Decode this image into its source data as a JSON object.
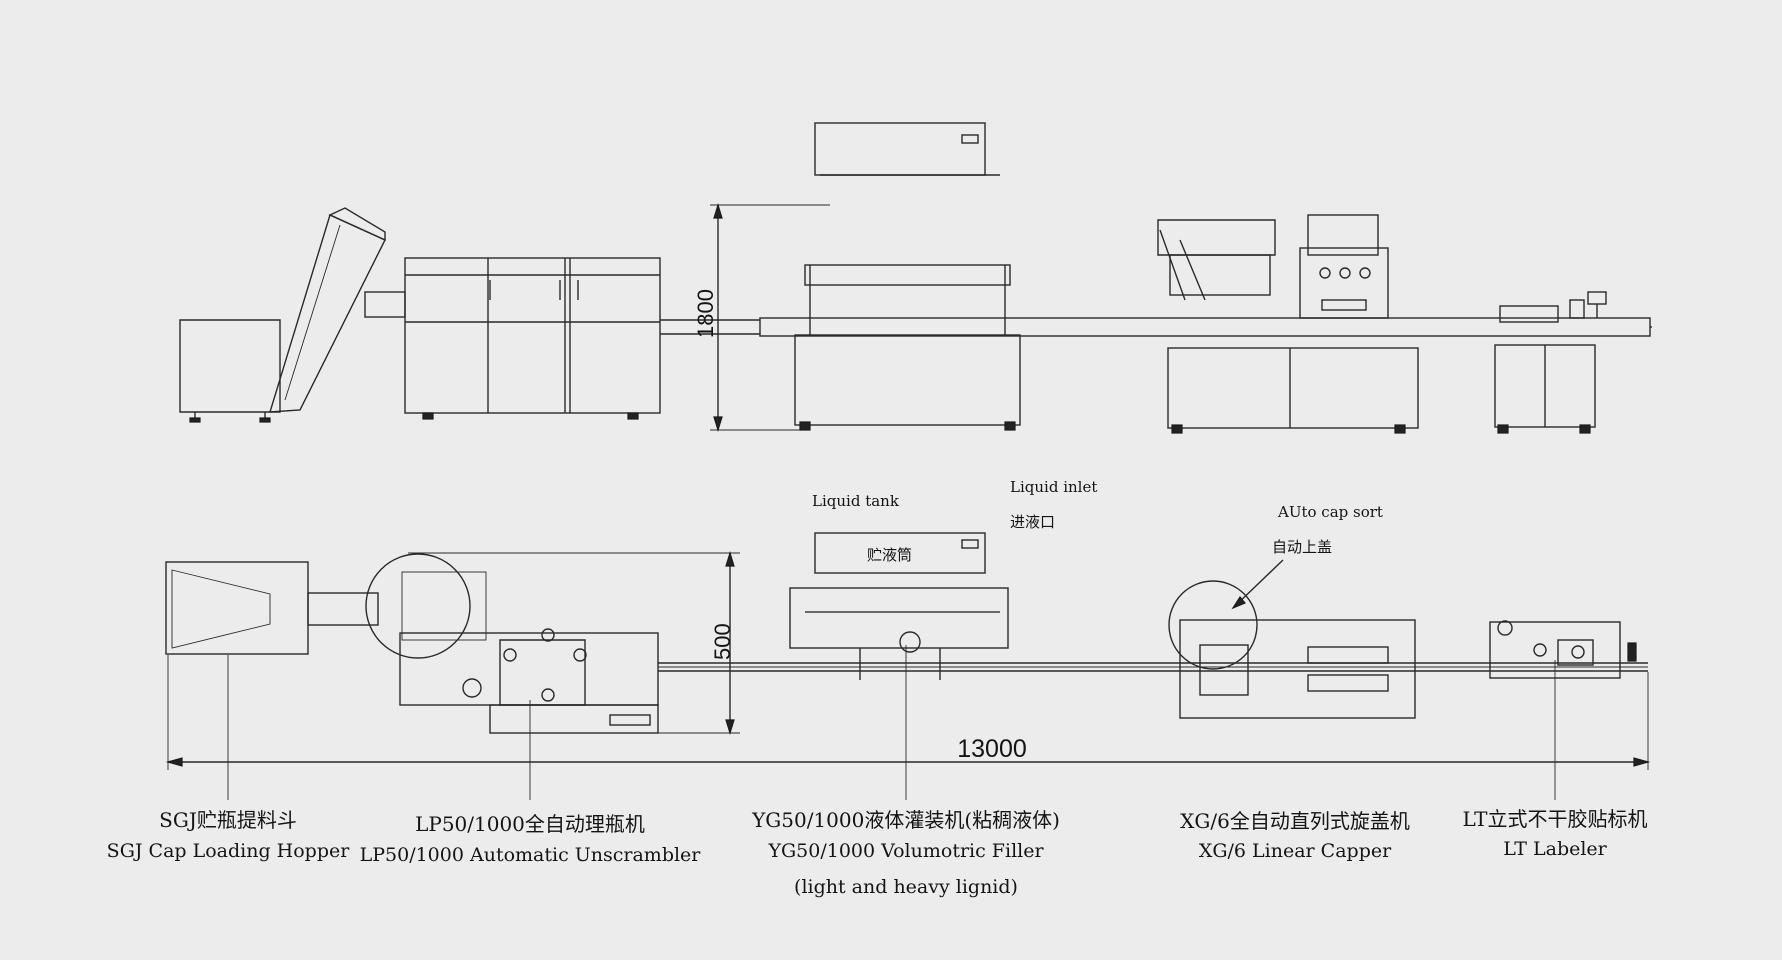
{
  "machines": [
    {
      "cn": "SGJ贮瓶提料斗",
      "en": "SGJ Cap Loading Hopper"
    },
    {
      "cn": "LP50/1000全自动理瓶机",
      "en": "LP50/1000 Automatic Unscrambler"
    },
    {
      "cn": "YG50/1000液体灌装机(粘稠液体)",
      "en": "YG50/1000 Volumotric Filler",
      "en2": "(light and heavy lignid)"
    },
    {
      "cn": "XG/6全自动直列式旋盖机",
      "en": "XG/6 Linear Capper"
    },
    {
      "cn": "LT立式不干胶贴标机",
      "en": "LT Labeler"
    }
  ],
  "annotations": {
    "liquid_tank": "Liquid tank",
    "liquid_tank_cn": "贮液筒",
    "liquid_inlet": "Liquid inlet",
    "liquid_inlet_cn": "进液口",
    "auto_cap_sort": "AUto cap  sort",
    "auto_cap_sort_cn": "自动上盖"
  },
  "dimensions": {
    "total_length": "13000",
    "height": "1800",
    "width": "500"
  }
}
